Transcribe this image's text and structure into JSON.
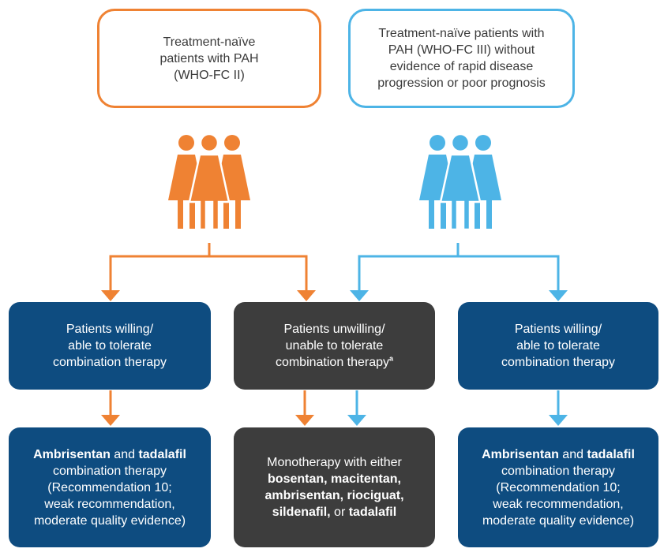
{
  "colors": {
    "orange": "#ef8233",
    "light_blue": "#4db4e6",
    "navy": "#0e4c80",
    "dark_gray": "#3d3d3d"
  },
  "populations": {
    "fc2": {
      "lines": [
        "Treatment-naïve",
        "patients with PAH",
        "(WHO-FC II)"
      ]
    },
    "fc3": {
      "lines": [
        "Treatment-naïve patients with",
        "PAH (WHO-FC III) without",
        "evidence of rapid disease",
        "progression or poor prognosis"
      ]
    }
  },
  "icons": {
    "orange_group": "women-group-icon",
    "blue_group": "women-group-icon"
  },
  "decisions": {
    "willing_left": {
      "lines": [
        "Patients willing/",
        "able to tolerate",
        "combination therapy"
      ]
    },
    "unwilling": {
      "lines": [
        "Patients unwilling/",
        "unable to tolerate",
        "combination therapy"
      ],
      "footnote_mark": "a"
    },
    "willing_right": {
      "lines": [
        "Patients willing/",
        "able to tolerate",
        "combination therapy"
      ]
    }
  },
  "outcomes": {
    "combo_left": {
      "drug1": "Ambrisentan",
      "and": " and ",
      "drug2": "tadalafil",
      "lines": [
        "combination therapy",
        "(Recommendation 10;",
        "weak recommendation,",
        "moderate quality evidence)"
      ]
    },
    "mono": {
      "intro": "Monotherapy with either",
      "drugs_line1": "bosentan, macitentan,",
      "drugs_line2": "ambrisentan, riociguat,",
      "drugs_line3a": "sildenafil,",
      "or": " or ",
      "drugs_line3b": "tadalafil"
    },
    "combo_right": {
      "drug1": "Ambrisentan",
      "and": " and ",
      "drug2": "tadalafil",
      "lines": [
        "combination therapy",
        "(Recommendation 10;",
        "weak recommendation,",
        "moderate quality evidence)"
      ]
    }
  }
}
